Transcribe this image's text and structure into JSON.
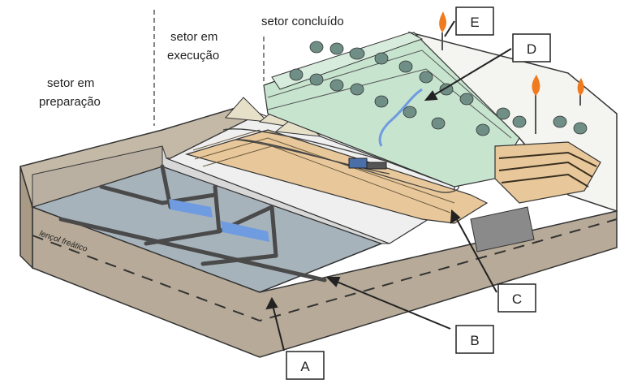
{
  "sectors": {
    "preparation": [
      "setor em",
      "preparação"
    ],
    "execution": [
      "setor em",
      "execução"
    ],
    "concluded": "setor concluído"
  },
  "water_table_label": "lençol freático",
  "callouts": [
    "A",
    "B",
    "C",
    "D",
    "E"
  ],
  "colors": {
    "soil": "#b7aa98",
    "soil_dark": "#a89a85",
    "cell_liner": "#a7b3bb",
    "leachate": "#6f9be0",
    "waste_layer": "#e8c89a",
    "vegetation": "#c7e4cf",
    "tree": "#6f8f86",
    "flame": "#f07a1e"
  }
}
